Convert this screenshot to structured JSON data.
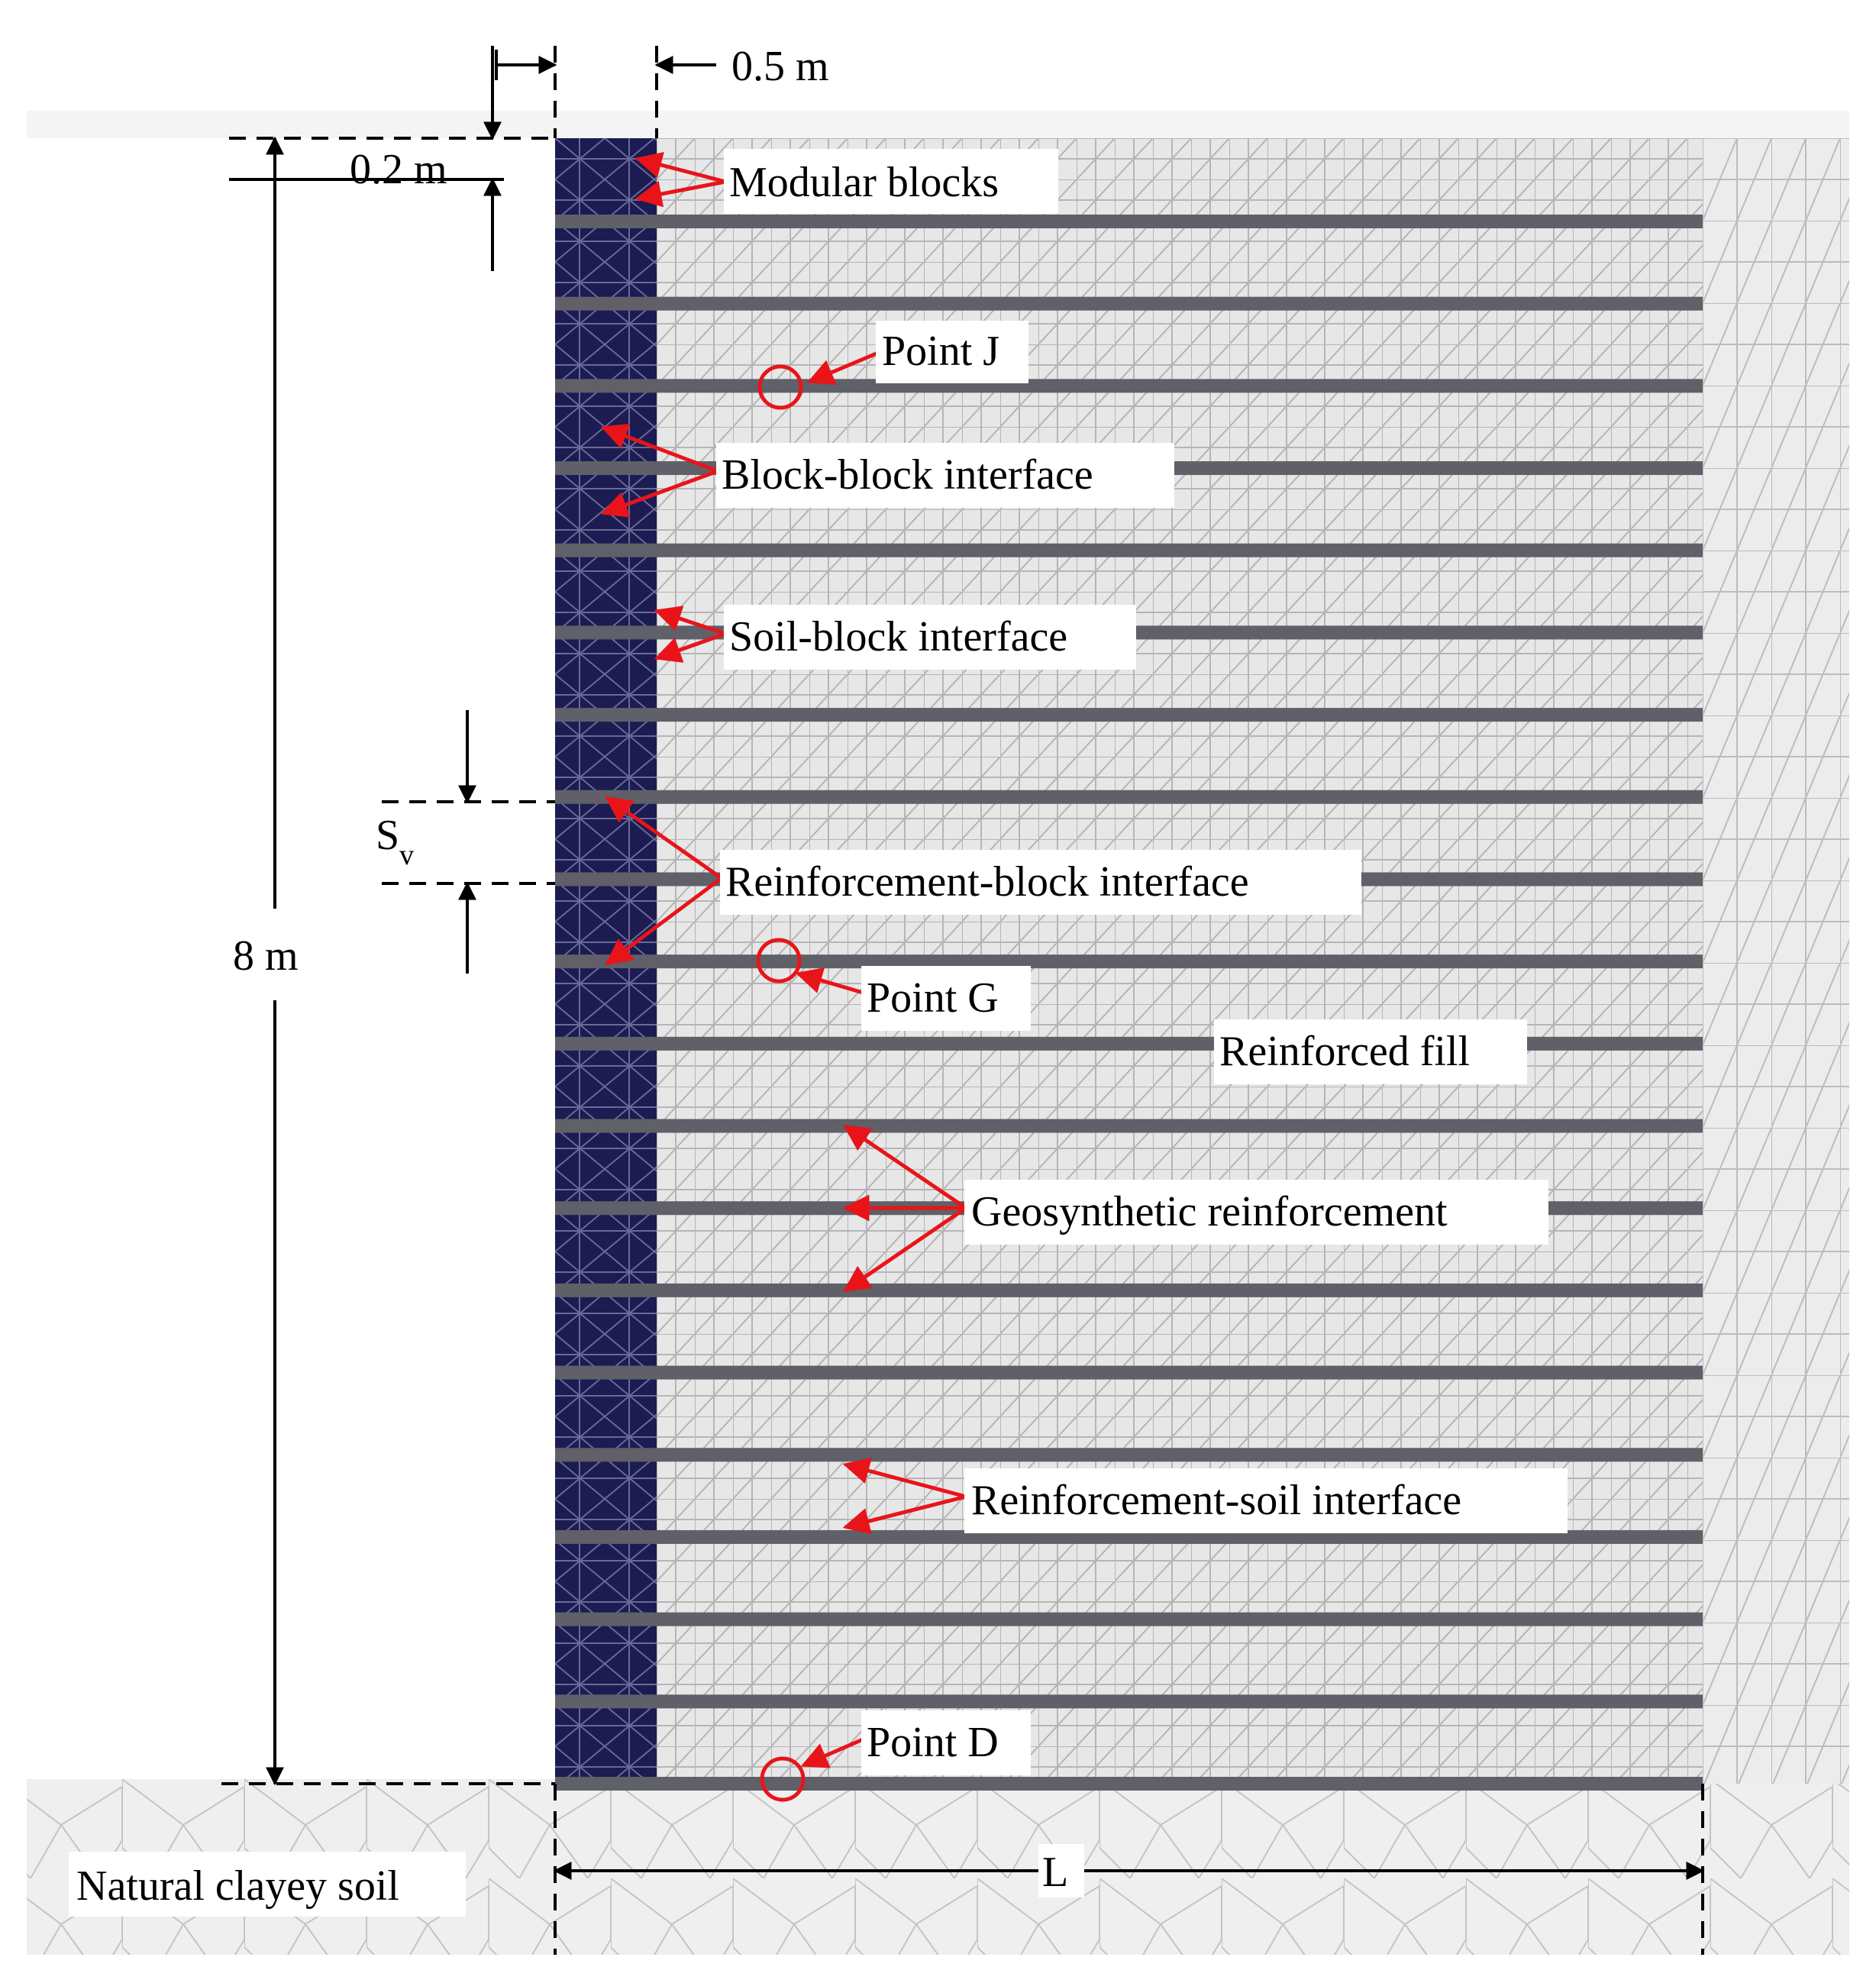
{
  "labels": {
    "modular_blocks": "Modular blocks",
    "point_j": "Point J",
    "block_block": "Block-block interface",
    "soil_block": "Soil-block interface",
    "reinf_block": "Reinforcement-block interface",
    "point_g": "Point G",
    "reinforced_fill": "Reinforced fill",
    "geosynthetic": "Geosynthetic reinforcement",
    "reinf_soil": "Reinforcement-soil interface",
    "point_d": "Point D",
    "natural_soil": "Natural clayey soil"
  },
  "dimensions": {
    "block_width": "0.5 m",
    "block_height": "0.2 m",
    "wall_height": "8 m",
    "spacing_main": "S",
    "spacing_sub": "v",
    "length": "L"
  },
  "colors": {
    "block": "#1a1a4e",
    "reinforcement": "#5f6068",
    "fill": "#e6e6e6",
    "mesh": "#b8b8b8",
    "foundation": "#ececec",
    "annotation": "#e8141a"
  },
  "reinforcement_layers": 20
}
